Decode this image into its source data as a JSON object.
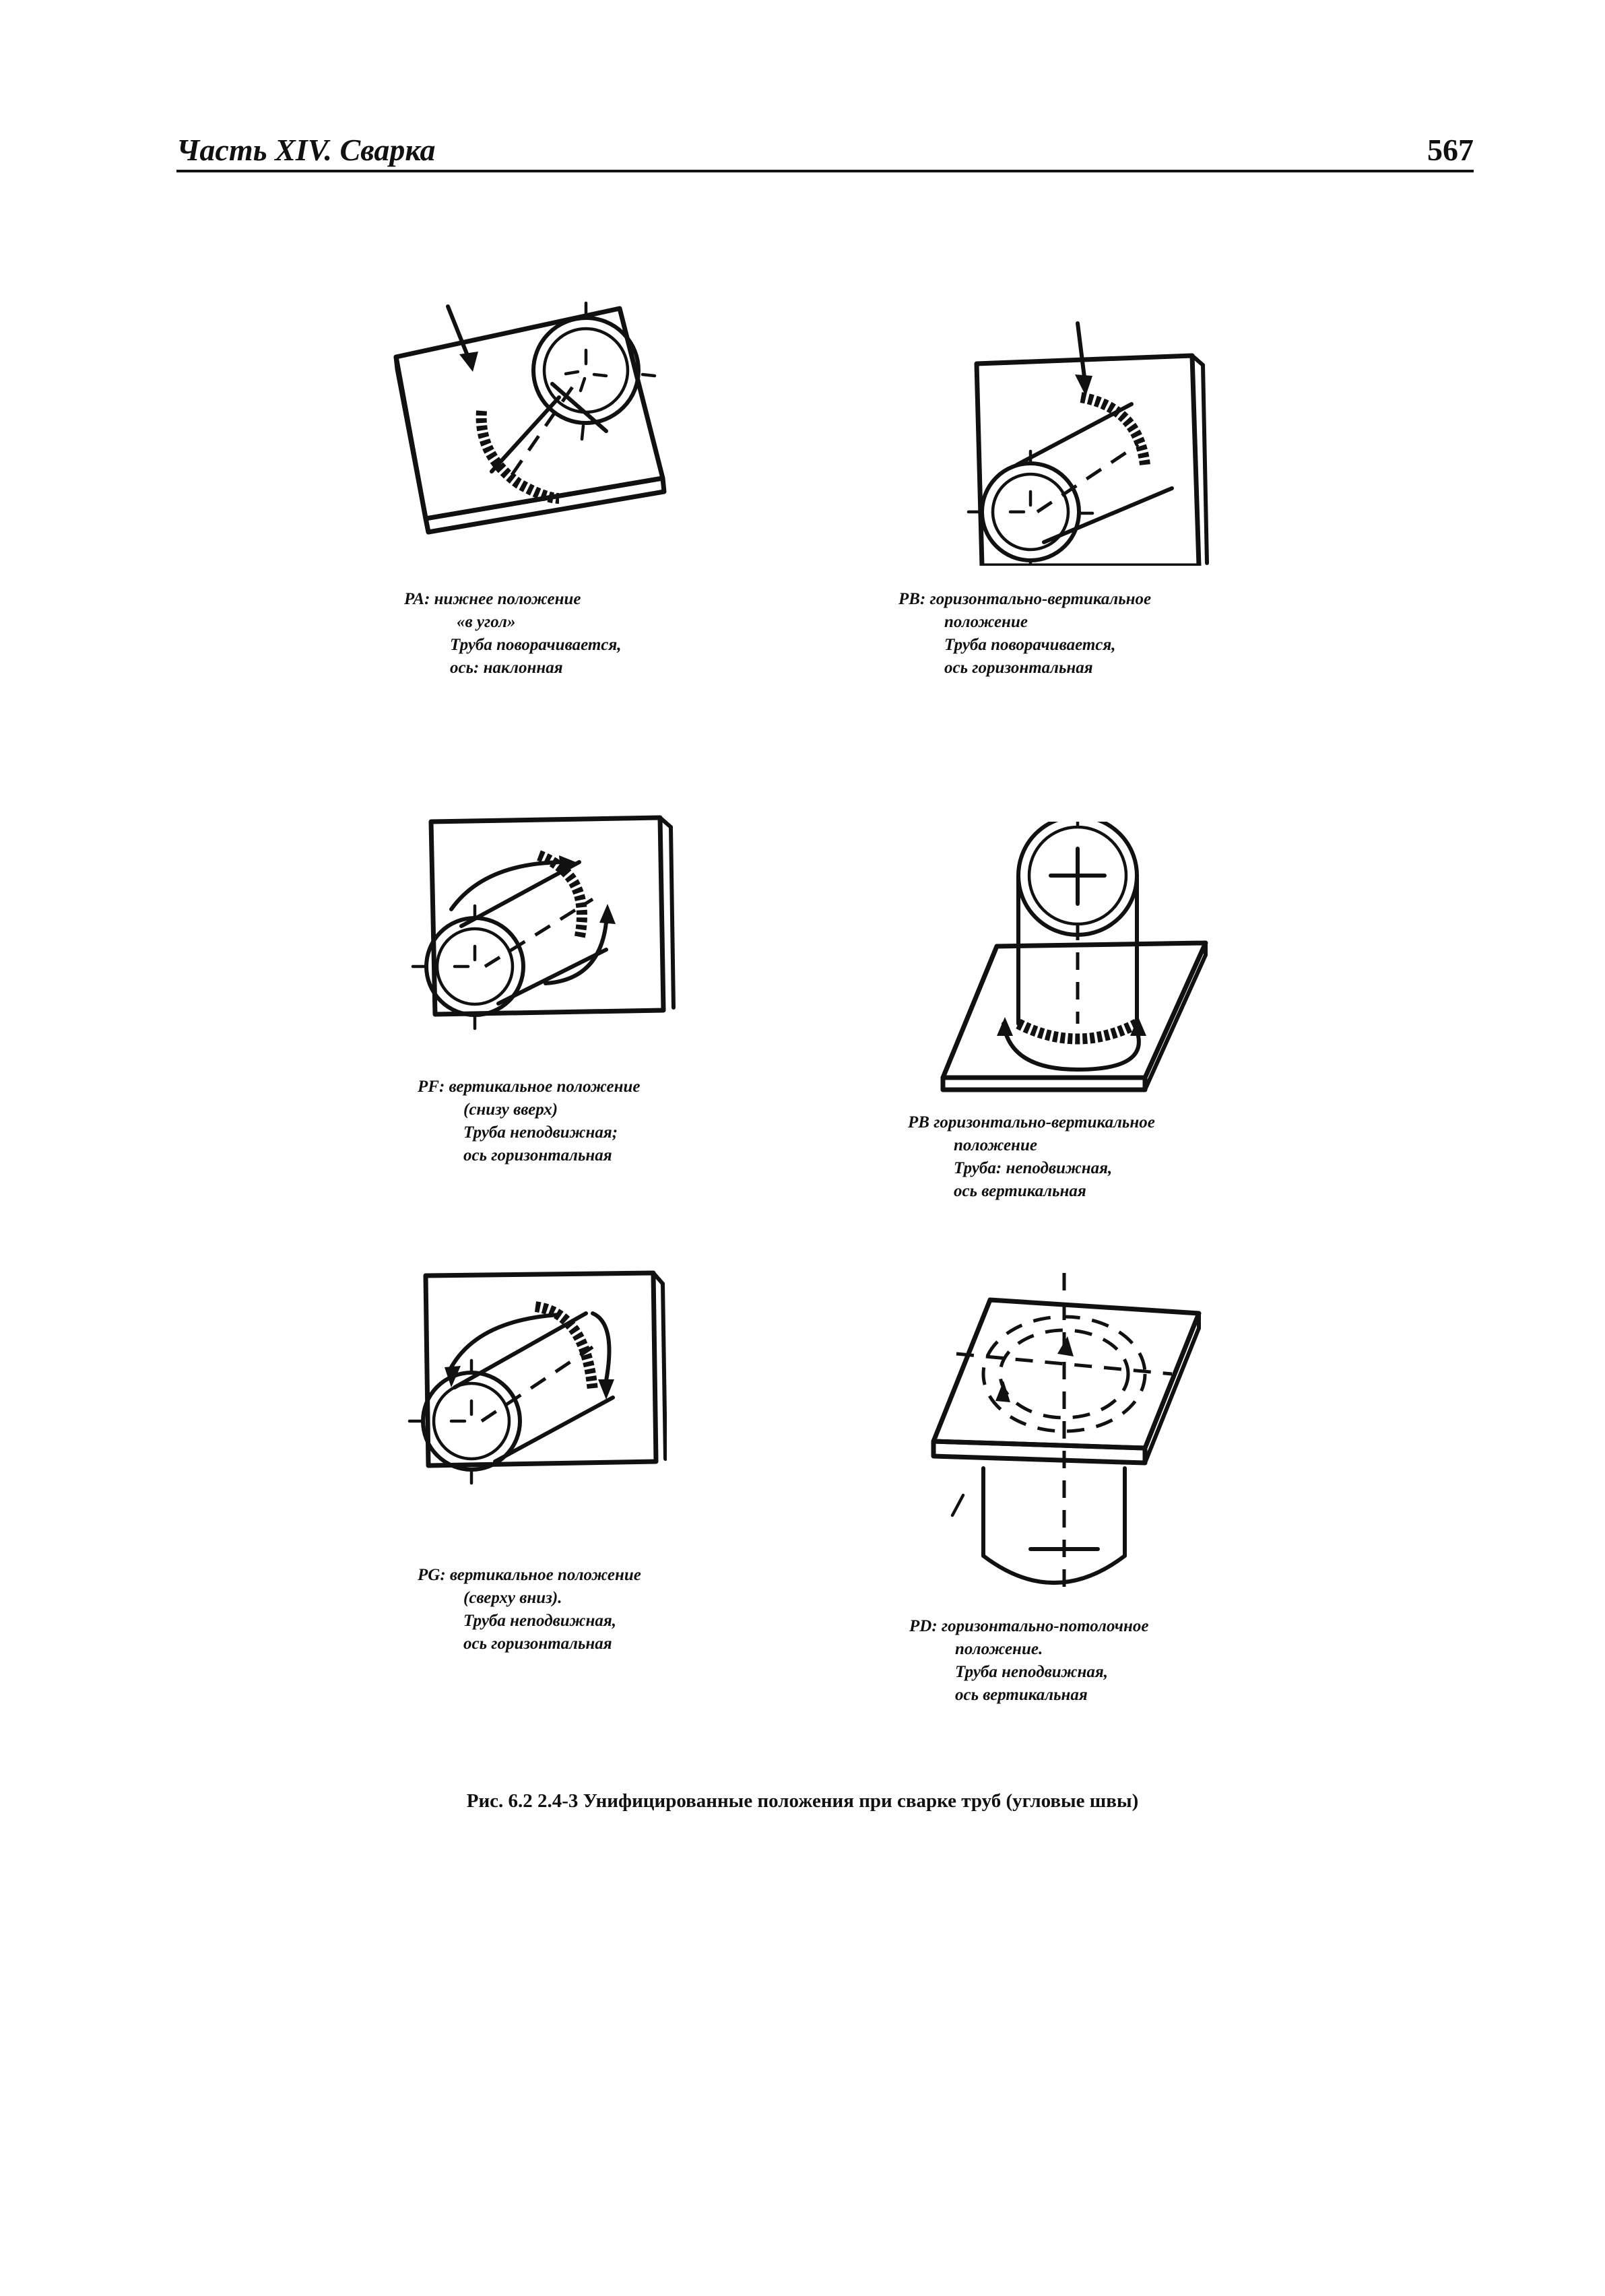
{
  "header": {
    "title": "Часть XIV. Сварка",
    "page_number": "567"
  },
  "figures": [
    {
      "id": "PA",
      "caption": [
        "PA: нижнее положение",
        "«в угол»",
        "Труба поворачивается,",
        "ось: наклонная"
      ]
    },
    {
      "id": "PB-1",
      "caption": [
        "PB: горизонтально-вертикальное",
        "положение",
        "Труба поворачивается,",
        "ось горизонтальная"
      ]
    },
    {
      "id": "PF",
      "caption": [
        "PF: вертикальное положение",
        "(снизу вверх)",
        "Труба неподвижная;",
        "ось горизонтальная"
      ]
    },
    {
      "id": "PB-2",
      "caption": [
        "PB горизонтально-вертикальное",
        "положение",
        "Труба: неподвижная,",
        "ось вертикальная"
      ]
    },
    {
      "id": "PG",
      "caption": [
        "PG: вертикальное положение",
        "(сверху вниз).",
        "Труба неподвижная,",
        "ось горизонтальная"
      ]
    },
    {
      "id": "PD",
      "caption": [
        "PD: горизонтально-потолочное",
        "положение.",
        "Труба неподвижная,",
        "ось вертикальная"
      ]
    }
  ],
  "figure_title": "Рис. 6.2 2.4-3 Унифицированные положения при сварке труб (угловые швы)"
}
